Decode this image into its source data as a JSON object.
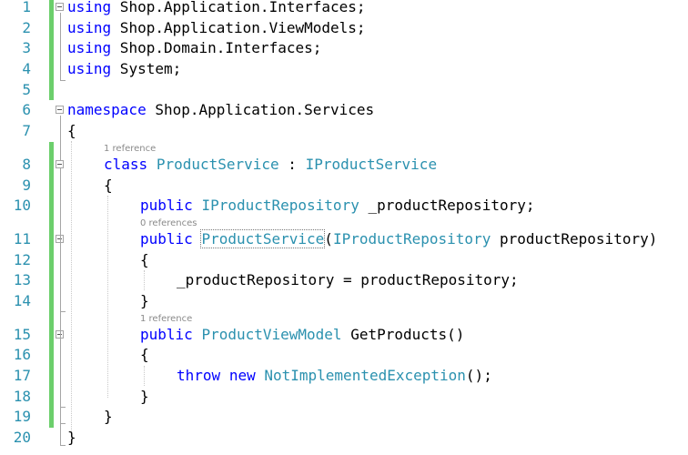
{
  "editor": {
    "lines": [
      {
        "num": "1",
        "tokens": [
          {
            "t": "using",
            "c": "kw"
          },
          {
            "t": " Shop.Application.Interfaces;",
            "c": ""
          }
        ]
      },
      {
        "num": "2",
        "tokens": [
          {
            "t": "using",
            "c": "kw"
          },
          {
            "t": " Shop.Application.ViewModels;",
            "c": ""
          }
        ]
      },
      {
        "num": "3",
        "tokens": [
          {
            "t": "using",
            "c": "kw"
          },
          {
            "t": " Shop.Domain.Interfaces;",
            "c": ""
          }
        ]
      },
      {
        "num": "4",
        "tokens": [
          {
            "t": "using",
            "c": "kw"
          },
          {
            "t": " System;",
            "c": ""
          }
        ]
      },
      {
        "num": "5",
        "tokens": []
      },
      {
        "num": "6",
        "tokens": [
          {
            "t": "namespace",
            "c": "kw"
          },
          {
            "t": " Shop.Application.Services",
            "c": ""
          }
        ]
      },
      {
        "num": "7",
        "tokens": [
          {
            "t": "{",
            "c": ""
          }
        ]
      },
      {
        "num": "8",
        "lens": "1 reference",
        "tokens": [
          {
            "t": "class",
            "c": "kw"
          },
          {
            "t": " ",
            "c": ""
          },
          {
            "t": "ProductService",
            "c": "ty"
          },
          {
            "t": " : ",
            "c": ""
          },
          {
            "t": "IProductService",
            "c": "ty"
          }
        ]
      },
      {
        "num": "9",
        "tokens": [
          {
            "t": "{",
            "c": ""
          }
        ]
      },
      {
        "num": "10",
        "tokens": [
          {
            "t": "public",
            "c": "kw"
          },
          {
            "t": " ",
            "c": ""
          },
          {
            "t": "IProductRepository",
            "c": "ty"
          },
          {
            "t": " _productRepository;",
            "c": ""
          }
        ]
      },
      {
        "num": "11",
        "lens": "0 references",
        "tokens": [
          {
            "t": "public",
            "c": "kw"
          },
          {
            "t": " ",
            "c": ""
          },
          {
            "t": "ProductService",
            "c": "ty hl"
          },
          {
            "t": "(",
            "c": ""
          },
          {
            "t": "IProductRepository",
            "c": "ty"
          },
          {
            "t": " productRepository)",
            "c": ""
          }
        ]
      },
      {
        "num": "12",
        "tokens": [
          {
            "t": "{",
            "c": ""
          }
        ]
      },
      {
        "num": "13",
        "tokens": [
          {
            "t": "_productRepository = productRepository;",
            "c": ""
          }
        ]
      },
      {
        "num": "14",
        "tokens": [
          {
            "t": "}",
            "c": ""
          }
        ]
      },
      {
        "num": "15",
        "lens": "1 reference",
        "tokens": [
          {
            "t": "public",
            "c": "kw"
          },
          {
            "t": " ",
            "c": ""
          },
          {
            "t": "ProductViewModel",
            "c": "ty"
          },
          {
            "t": " GetProducts()",
            "c": ""
          }
        ]
      },
      {
        "num": "16",
        "tokens": [
          {
            "t": "{",
            "c": ""
          }
        ]
      },
      {
        "num": "17",
        "tokens": [
          {
            "t": "throw",
            "c": "kw"
          },
          {
            "t": " ",
            "c": ""
          },
          {
            "t": "new",
            "c": "kw"
          },
          {
            "t": " ",
            "c": ""
          },
          {
            "t": "NotImplementedException",
            "c": "ty"
          },
          {
            "t": "();",
            "c": ""
          }
        ]
      },
      {
        "num": "18",
        "tokens": [
          {
            "t": "}",
            "c": ""
          }
        ]
      },
      {
        "num": "19",
        "tokens": [
          {
            "t": "}",
            "c": ""
          }
        ]
      },
      {
        "num": "20",
        "tokens": [
          {
            "t": "}",
            "c": ""
          }
        ]
      }
    ]
  },
  "colors": {
    "keyword": "#0000ff",
    "type": "#2b91af",
    "line_number": "#2b91af",
    "change_bar": "#6ccf6c",
    "lens_text": "#8a8a8a"
  }
}
